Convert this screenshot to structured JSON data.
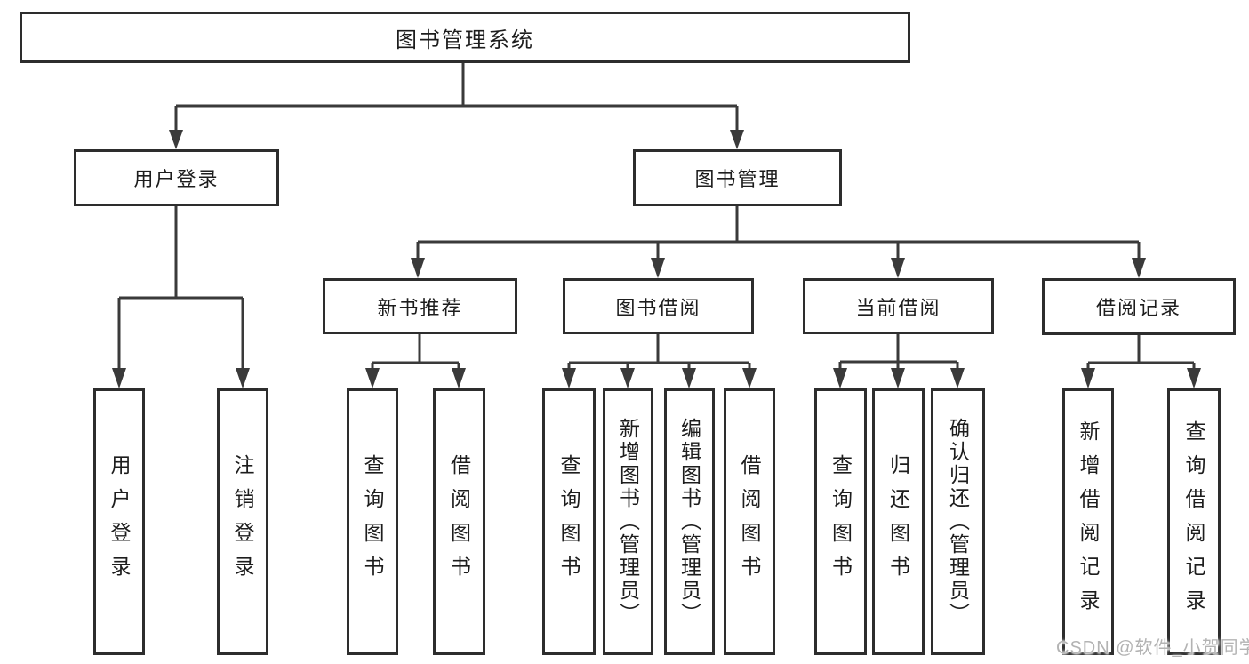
{
  "diagram_type": "hierarchy-tree",
  "colors": {
    "background": "#ffffff",
    "box_border": "#2d2d2d",
    "connector_line": "#3a3a3a",
    "node_text": "#1d1d1d",
    "watermark_text": "#b3b3b3"
  },
  "tree": {
    "label": "图书管理系统",
    "children": [
      {
        "label": "用户登录",
        "children": [
          {
            "label": "用户登录"
          },
          {
            "label": "注销登录"
          }
        ]
      },
      {
        "label": "图书管理",
        "children": [
          {
            "label": "新书推荐",
            "children": [
              {
                "label": "查询图书"
              },
              {
                "label": "借阅图书"
              }
            ]
          },
          {
            "label": "图书借阅",
            "children": [
              {
                "label": "查询图书"
              },
              {
                "label": "新增图书（管理员）"
              },
              {
                "label": "编辑图书（管理员）"
              },
              {
                "label": "借阅图书"
              }
            ]
          },
          {
            "label": "当前借阅",
            "children": [
              {
                "label": "查询图书"
              },
              {
                "label": "归还图书"
              },
              {
                "label": "确认归还（管理员）"
              }
            ]
          },
          {
            "label": "借阅记录",
            "children": [
              {
                "label": "新增借阅记录"
              },
              {
                "label": "查询借阅记录"
              }
            ]
          }
        ]
      }
    ]
  },
  "watermark": {
    "text": "CSDN @软件_小贺同学"
  }
}
